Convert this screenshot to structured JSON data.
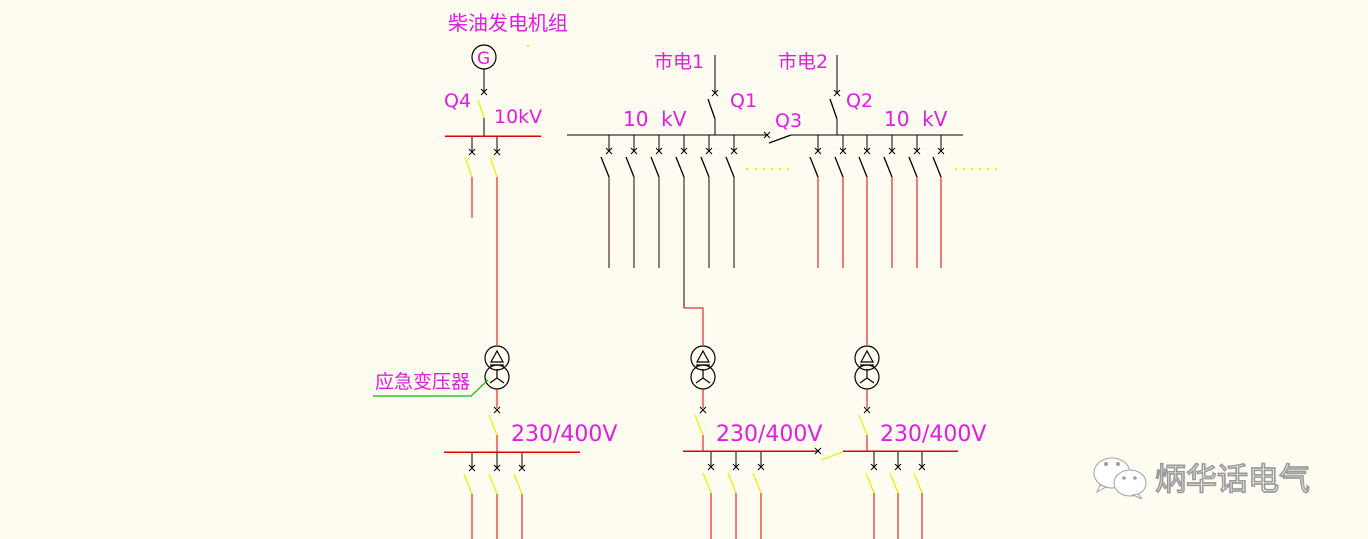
{
  "colors": {
    "background": "#fefcf0",
    "label": "#e21ce2",
    "bus_red": "#e00000",
    "line_black": "#000000",
    "line_dark": "#2a0000",
    "switch_yellow": "#f0f000",
    "leader_green": "#00c000"
  },
  "labels": {
    "generator_set": "柴油发电机组",
    "generator_symbol": "G",
    "q4": "Q4",
    "gen_bus_voltage": "10kV",
    "utility1": "市电1",
    "utility2": "市电2",
    "q1": "Q1",
    "q2": "Q2",
    "q3": "Q3",
    "bus1_voltage": "10  kV",
    "bus2_voltage": "10  kV",
    "emergency_transformer": "应急变压器",
    "lv_voltage_1": "230/400V",
    "lv_voltage_2": "230/400V",
    "lv_voltage_3": "230/400V"
  },
  "watermark": {
    "text": "炳华话电气",
    "icon": "wechat-icon"
  }
}
